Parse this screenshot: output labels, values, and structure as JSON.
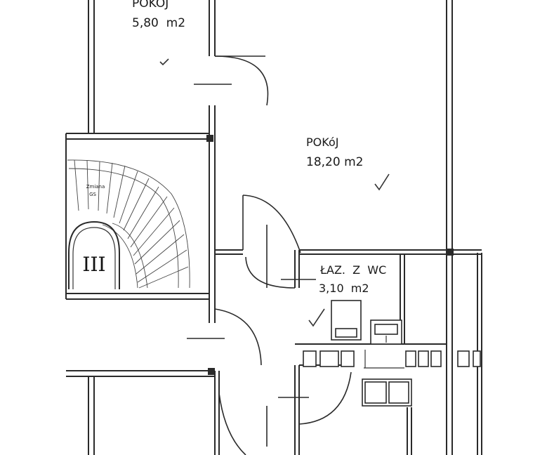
{
  "rooms": [
    {
      "name": "POKÓJ",
      "area": "5,80  m2"
    },
    {
      "name": "POKóJ",
      "area": "18,20 m2"
    },
    {
      "name": "ŁAZ.  Z  WC",
      "area": "3,10  m2"
    }
  ],
  "staircase": {
    "label": "III",
    "note_top": "Zmiana",
    "note_bottom": "GS"
  },
  "colors": {
    "line": "#2a2a2a",
    "background": "#ffffff"
  }
}
